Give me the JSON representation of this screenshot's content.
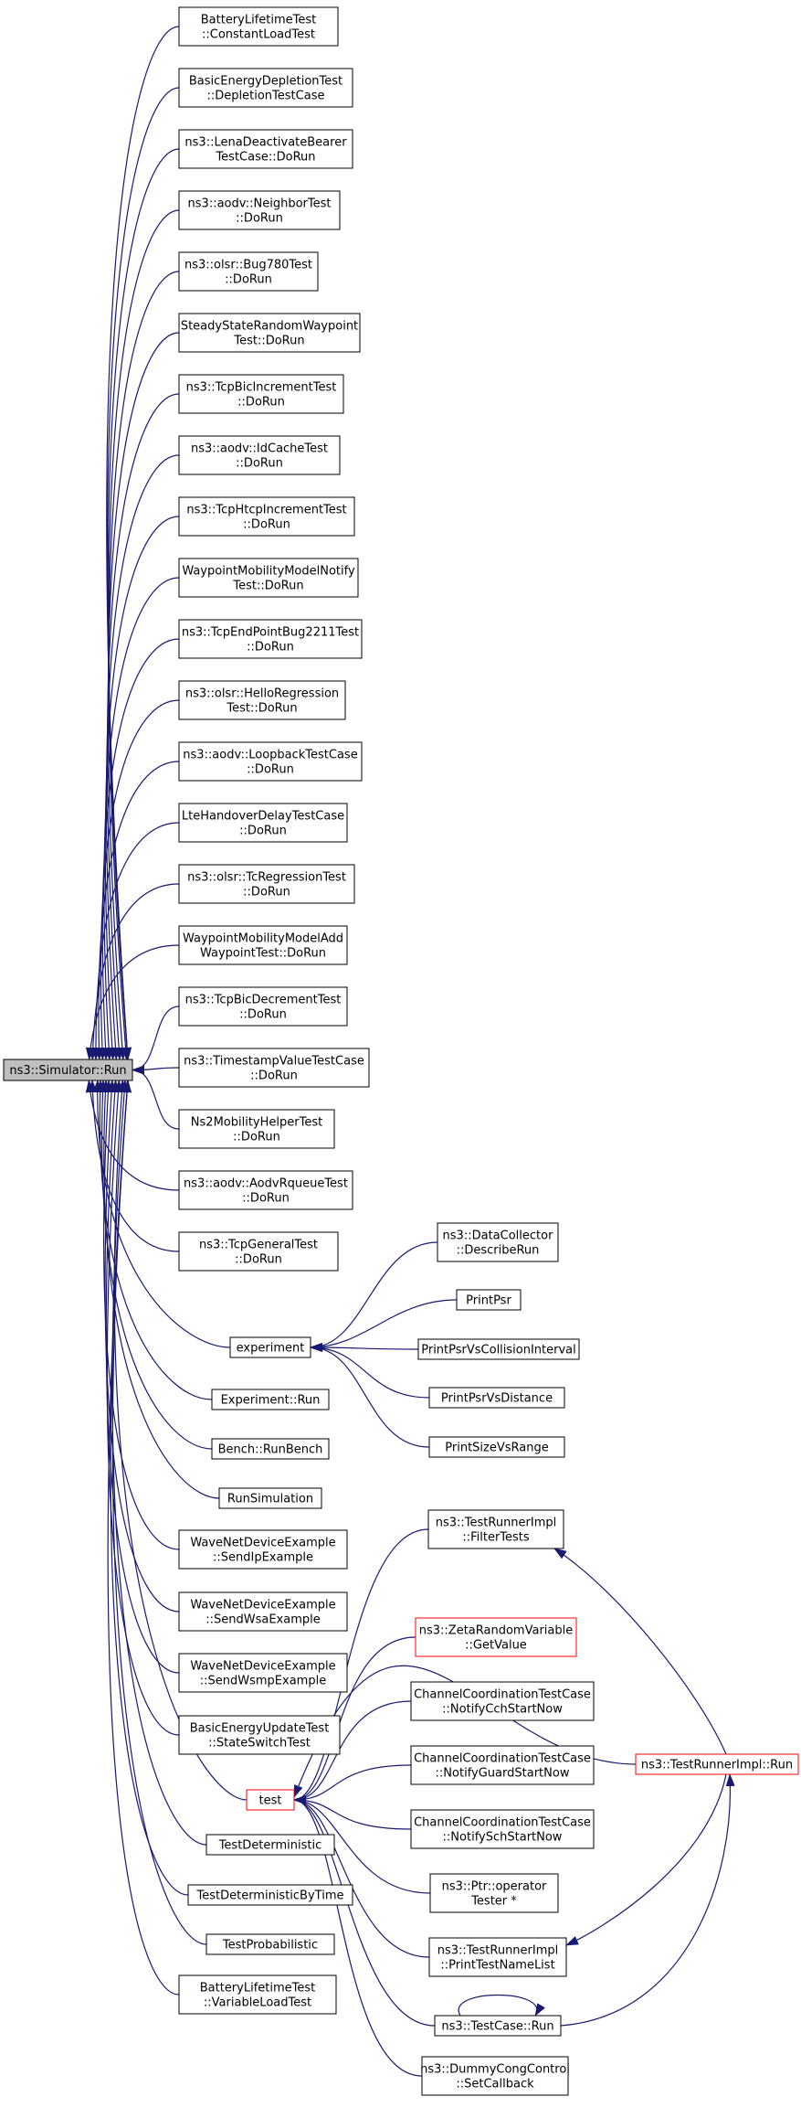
{
  "graph": {
    "root": "ns3::Simulator::Run",
    "callers": [
      [
        "BatteryLifetimeTest",
        "::ConstantLoadTest"
      ],
      [
        "BasicEnergyDepletionTest",
        "::DepletionTestCase"
      ],
      [
        "ns3::LenaDeactivateBearer",
        "TestCase::DoRun"
      ],
      [
        "ns3::aodv::NeighborTest",
        "::DoRun"
      ],
      [
        "ns3::olsr::Bug780Test",
        "::DoRun"
      ],
      [
        "SteadyStateRandomWaypoint",
        "Test::DoRun"
      ],
      [
        "ns3::TcpBicIncrementTest",
        "::DoRun"
      ],
      [
        "ns3::aodv::IdCacheTest",
        "::DoRun"
      ],
      [
        "ns3::TcpHtcpIncrementTest",
        "::DoRun"
      ],
      [
        "WaypointMobilityModelNotify",
        "Test::DoRun"
      ],
      [
        "ns3::TcpEndPointBug2211Test",
        "::DoRun"
      ],
      [
        "ns3::olsr::HelloRegression",
        "Test::DoRun"
      ],
      [
        "ns3::aodv::LoopbackTestCase",
        "::DoRun"
      ],
      [
        "LteHandoverDelayTestCase",
        "::DoRun"
      ],
      [
        "ns3::olsr::TcRegressionTest",
        "::DoRun"
      ],
      [
        "WaypointMobilityModelAdd",
        "WaypointTest::DoRun"
      ],
      [
        "ns3::TcpBicDecrementTest",
        "::DoRun"
      ],
      [
        "ns3::TimestampValueTestCase",
        "::DoRun"
      ],
      [
        "Ns2MobilityHelperTest",
        "::DoRun"
      ],
      [
        "ns3::aodv::AodvRqueueTest",
        "::DoRun"
      ],
      [
        "ns3::TcpGeneralTest",
        "::DoRun"
      ],
      [
        "experiment"
      ],
      [
        "Experiment::Run"
      ],
      [
        "Bench::RunBench"
      ],
      [
        "RunSimulation"
      ],
      [
        "WaveNetDeviceExample",
        "::SendIpExample"
      ],
      [
        "WaveNetDeviceExample",
        "::SendWsaExample"
      ],
      [
        "WaveNetDeviceExample",
        "::SendWsmpExample"
      ],
      [
        "BasicEnergyUpdateTest",
        "::StateSwitchTest"
      ],
      [
        "test"
      ],
      [
        "TestDeterministic"
      ],
      [
        "TestDeterministicByTime"
      ],
      [
        "TestProbabilistic"
      ],
      [
        "BatteryLifetimeTest",
        "::VariableLoadTest"
      ]
    ],
    "experiment_callers": [
      [
        "ns3::DataCollector",
        "::DescribeRun"
      ],
      [
        "PrintPsr"
      ],
      [
        "PrintPsrVsCollisionInterval"
      ],
      [
        "PrintPsrVsDistance"
      ],
      [
        "PrintSizeVsRange"
      ]
    ],
    "test_callers": [
      [
        "ns3::TestRunnerImpl",
        "::FilterTests"
      ],
      [
        "ns3::ZetaRandomVariable",
        "::GetValue"
      ],
      [
        "ChannelCoordinationTestCase",
        "::NotifyCchStartNow"
      ],
      [
        "ChannelCoordinationTestCase",
        "::NotifyGuardStartNow"
      ],
      [
        "ChannelCoordinationTestCase",
        "::NotifySchStartNow"
      ],
      [
        "ns3::Ptr::operator",
        "Tester *"
      ],
      [
        "ns3::TestRunnerImpl",
        "::PrintTestNameList"
      ],
      [
        "ns3::TestCase::Run"
      ],
      [
        "ns3::DummyCongControl",
        "::SetCallback"
      ]
    ],
    "runner_run": "ns3::TestRunnerImpl::Run",
    "truncated_nodes": [
      "test",
      "ns3::ZetaRandomVariable::GetValue",
      "ns3::TestRunnerImpl::Run"
    ],
    "colors": {
      "edge": "#191970",
      "root_fill": "#bfbfbf",
      "truncated_border": "#ff0000"
    }
  }
}
